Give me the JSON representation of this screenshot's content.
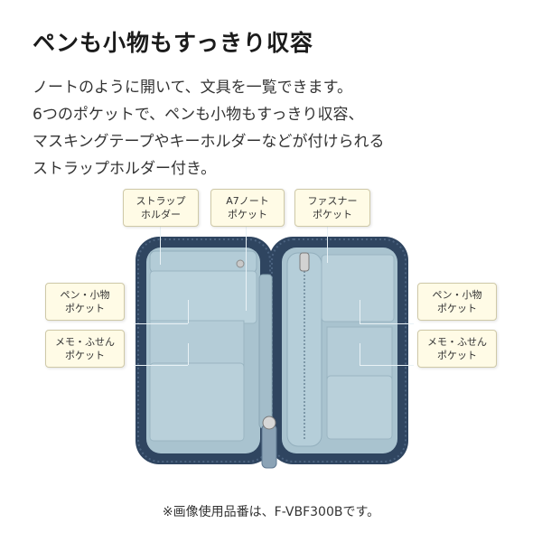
{
  "heading": "ペンも小物もすっきり収容",
  "description": [
    "ノートのように開いて、文具を一覧できます。",
    "6つのポケットで、ペンも小物もすっきり収容、",
    "マスキングテープやキーホルダーなどが付けられる",
    "ストラップホルダー付き。"
  ],
  "labels": {
    "strap_holder": [
      "ストラップ",
      "ホルダー"
    ],
    "a7_note_pocket": [
      "A7ノート",
      "ポケット"
    ],
    "zipper_pocket": [
      "ファスナー",
      "ポケット"
    ],
    "pen_pocket_left": [
      "ペン・小物",
      "ポケット"
    ],
    "memo_pocket_left": [
      "メモ・ふせん",
      "ポケット"
    ],
    "pen_pocket_right": [
      "ペン・小物",
      "ポケット"
    ],
    "memo_pocket_right": [
      "メモ・ふせん",
      "ポケット"
    ]
  },
  "footnote": "※画像使用品番は、F-VBF300Bです。",
  "colors": {
    "case_outer": "#2f4560",
    "case_lining": "#a9c3cf",
    "pocket": "#b8d0da",
    "label_bg": "#fffbe6"
  }
}
